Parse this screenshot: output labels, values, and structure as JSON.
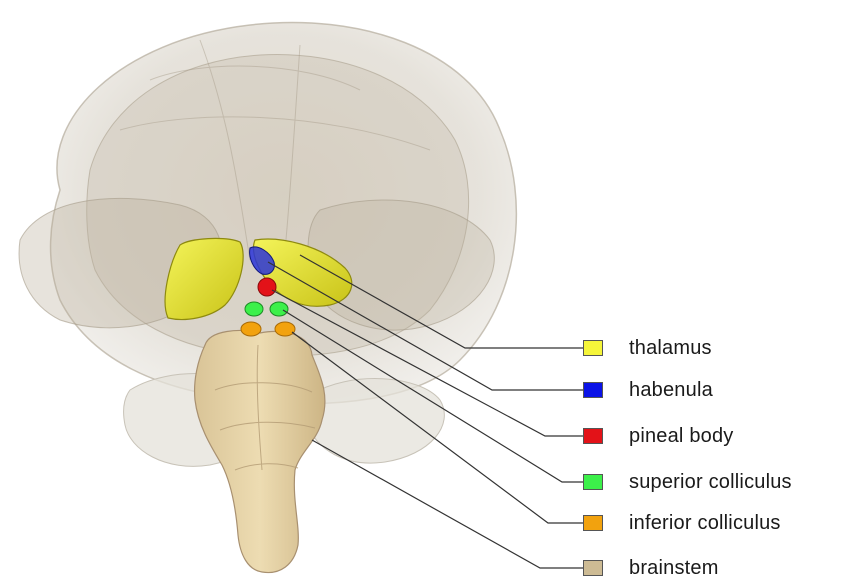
{
  "legend": {
    "items": [
      {
        "label": "thalamus",
        "color": "#f5f53a"
      },
      {
        "label": "habenula",
        "color": "#0a12e6"
      },
      {
        "label": "pineal body",
        "color": "#e31218"
      },
      {
        "label": "superior colliculus",
        "color": "#3cf04a"
      },
      {
        "label": "inferior colliculus",
        "color": "#f2a20e"
      },
      {
        "label": "brainstem",
        "color": "#cdbb94"
      }
    ]
  },
  "colors": {
    "brain_translucent": "#cfc5b3",
    "brainstem": "#e7d4a6",
    "thalamus": "#e6e62c",
    "leader_line": "#333333"
  }
}
